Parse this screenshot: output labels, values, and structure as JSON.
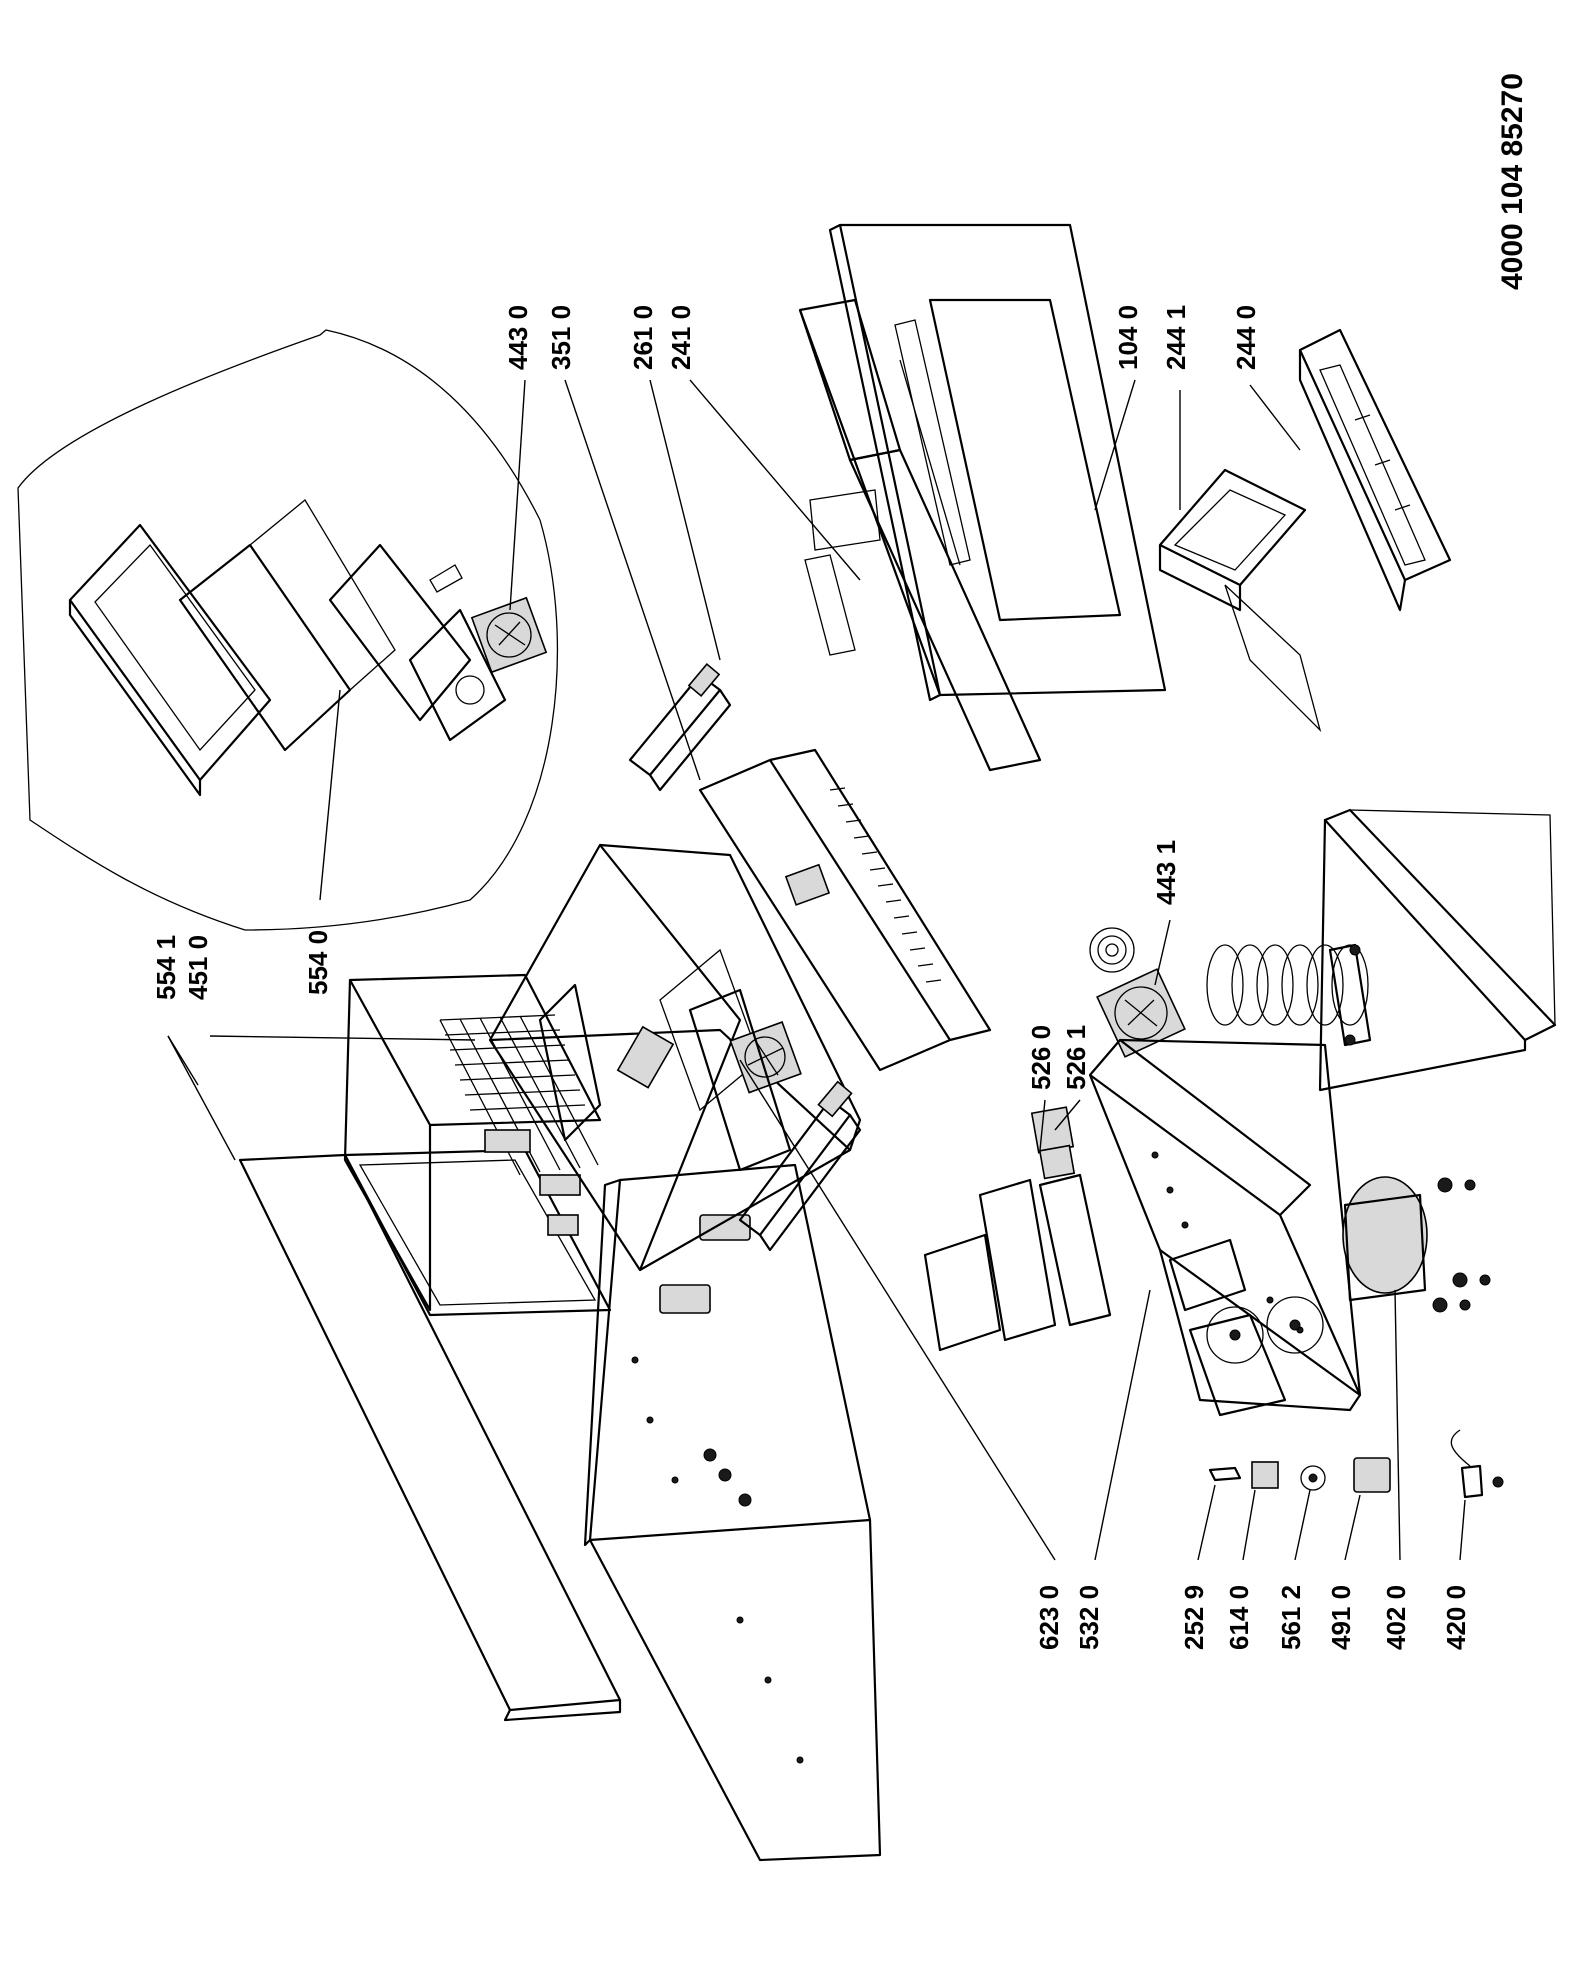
{
  "document_code": "4000 104 85270",
  "callouts": [
    {
      "id": "c-554-1",
      "text": "554 1"
    },
    {
      "id": "c-451-0",
      "text": "451 0"
    },
    {
      "id": "c-554-0",
      "text": "554 0"
    },
    {
      "id": "c-443-0",
      "text": "443 0"
    },
    {
      "id": "c-351-0",
      "text": "351 0"
    },
    {
      "id": "c-261-0",
      "text": "261 0"
    },
    {
      "id": "c-241-0",
      "text": "241 0"
    },
    {
      "id": "c-104-0",
      "text": "104 0"
    },
    {
      "id": "c-244-1",
      "text": "244 1"
    },
    {
      "id": "c-244-0",
      "text": "244 0"
    },
    {
      "id": "c-443-1",
      "text": "443 1"
    },
    {
      "id": "c-526-0",
      "text": "526 0"
    },
    {
      "id": "c-526-1",
      "text": "526 1"
    },
    {
      "id": "c-623-0",
      "text": "623 0"
    },
    {
      "id": "c-532-0",
      "text": "532 0"
    },
    {
      "id": "c-252-9",
      "text": "252 9"
    },
    {
      "id": "c-614-0",
      "text": "614 0"
    },
    {
      "id": "c-561-2",
      "text": "561 2"
    },
    {
      "id": "c-491-0",
      "text": "491 0"
    },
    {
      "id": "c-402-0",
      "text": "402 0"
    },
    {
      "id": "c-420-0",
      "text": "420 0"
    }
  ]
}
